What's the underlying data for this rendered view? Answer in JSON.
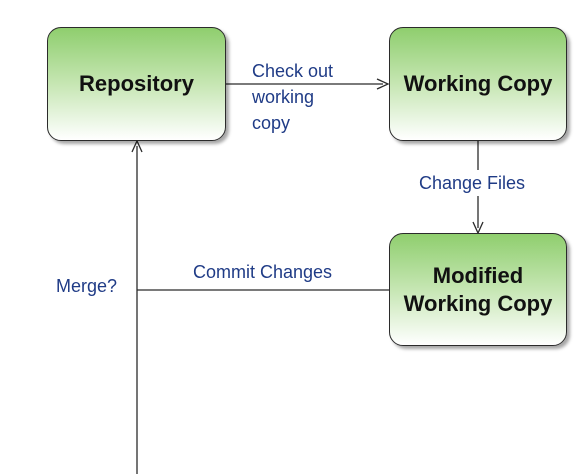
{
  "nodes": {
    "repository": "Repository",
    "working_copy": "Working Copy",
    "modified_working_copy": "Modified\nWorking Copy"
  },
  "edges": {
    "check_out": "Check out\nworking\ncopy",
    "change_files": "Change Files",
    "commit_changes": "Commit Changes",
    "merge": "Merge?"
  },
  "colors": {
    "node_top": "#8fce6e",
    "node_bottom": "#ffffff",
    "label_text": "#1f3b86",
    "line": "#2b2b2b"
  }
}
